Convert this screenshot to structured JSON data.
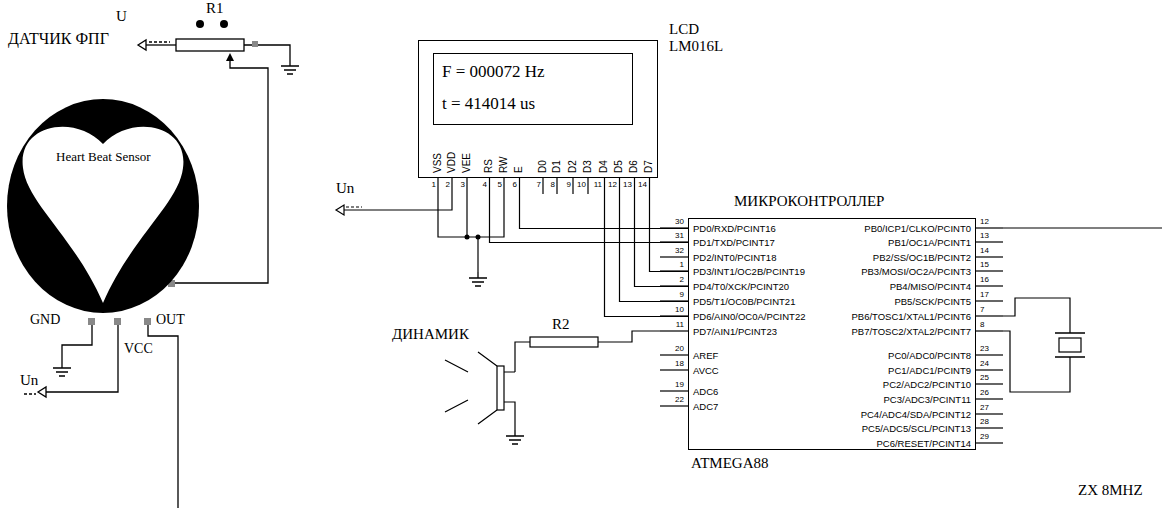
{
  "diagram": {
    "nodes": [
      {
        "text": [
          "Heart Beat Sensor"
        ]
      },
      {
        "text": [
          "LCD LM016L",
          "VSS",
          "VDD",
          "VEE",
          "RS",
          "RW",
          "E",
          "D0",
          "D1",
          "D2",
          "D3",
          "D4",
          "D5",
          "D6",
          "D7"
        ]
      },
      {
        "text": [
          "F = 000072 Hz",
          "t = 414014 us"
        ],
        "in": 1
      },
      {
        "text": [
          "МИКРОКОНТРОЛЛЕР",
          "PD0/RXD/PCINT16",
          "PD1/TXD/PCINT17",
          "PD2/INT0/PCINT18",
          "PD3/INT1/OC2B/PCINT19",
          "PD4/T0/XCK/PCINT20",
          "PD5/T1/OC0B/PCINT21",
          "PD6/AIN0/OC0A/PCINT22",
          "PD7/AIN1/PCINT23",
          "AREF",
          "AVCC",
          "ADC6",
          "ADC7",
          "PB0/ICP1/CLKO/PCINT0",
          "PB1/OC1A/PCINT1",
          "PB2/SS/OC1B/PCINT2",
          "PB3/MOSI/OC2A/PCINT3",
          "PB4/MISO/PCINT4",
          "PB5/SCK/PCINT5",
          "PB6/TOSC1/XTAL1/PCINT6",
          "PB7/TOSC2/XTAL2/PCINT7",
          "PC0/ADC0/PCINT8",
          "PC1/ADC1/PCINT9",
          "PC2/ADC2/PCINT10",
          "PC3/ADC3/PCINT11",
          "PC4/ADC4/SDA/PCINT12",
          "PC5/ADC5/SCL/PCINT13",
          "PC6/RESET/PCINT14",
          "ATMEGA88"
        ]
      }
    ],
    "edges": [
      {
        "from": 1,
        "to": 3,
        "arrow": "none"
      },
      {
        "from": 1,
        "to": 3,
        "arrow": "none"
      },
      {
        "from": 1,
        "to": 3,
        "arrow": "none"
      },
      {
        "from": 1,
        "to": 3,
        "arrow": "none"
      },
      {
        "from": 1,
        "to": 3,
        "arrow": "none"
      },
      {
        "from": 1,
        "to": 3,
        "arrow": "none"
      }
    ],
    "labels": [
      "ДАТЧИК ФПГ",
      "U",
      "R1",
      "GND",
      "OUT",
      "VCC",
      "Un",
      "Un",
      "ДИНАМИК",
      "R2",
      "ZX 8MHZ",
      "1",
      "2",
      "3",
      "4",
      "5",
      "6",
      "7",
      "8",
      "9",
      "10",
      "11",
      "12",
      "13",
      "14",
      "30",
      "31",
      "32",
      "1",
      "2",
      "9",
      "10",
      "11",
      "20",
      "18",
      "19",
      "22",
      "12",
      "13",
      "14",
      "15",
      "16",
      "17",
      "7",
      "8",
      "23",
      "24",
      "25",
      "26",
      "27",
      "28",
      "29"
    ]
  }
}
